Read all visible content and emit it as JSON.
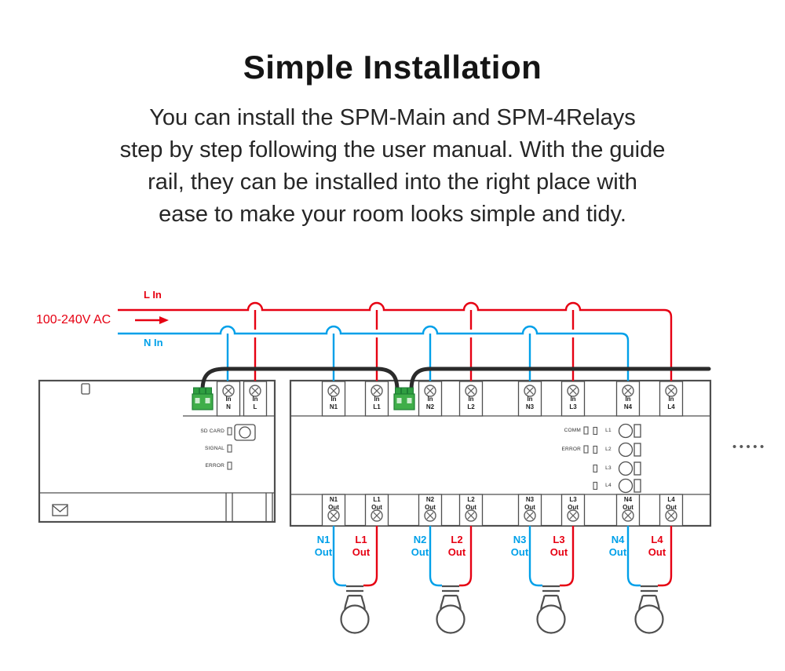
{
  "header": {
    "title": "Simple Installation",
    "description_lines": [
      "You can install the SPM-Main and SPM-4Relays",
      "step by step following the user manual. With the guide",
      "rail, they can be installed into the right place with",
      "ease to make your room looks simple and tidy."
    ]
  },
  "diagram": {
    "colors": {
      "live": "#e60012",
      "neutral": "#00a0e9",
      "cable": "#2b2b2b",
      "device": "#4f4f4f",
      "green_body": "#3fae49",
      "green_dark": "#1e7e34"
    },
    "supply": {
      "live_label": "L In",
      "neutral_label": "N In",
      "voltage_label": "100-240V AC"
    },
    "main_unit": {
      "terminals_top": [
        {
          "line1": "In",
          "line2": "N"
        },
        {
          "line1": "In",
          "line2": "L"
        }
      ],
      "status_labels": [
        "SD CARD",
        "SIGNAL",
        "ERROR"
      ]
    },
    "relay_unit": {
      "terminals_top": [
        {
          "line1": "In",
          "line2": "N1"
        },
        {
          "line1": "In",
          "line2": "L1"
        },
        {
          "line1": "In",
          "line2": "N2"
        },
        {
          "line1": "In",
          "line2": "L2"
        },
        {
          "line1": "In",
          "line2": "N3"
        },
        {
          "line1": "In",
          "line2": "L3"
        },
        {
          "line1": "In",
          "line2": "N4"
        },
        {
          "line1": "In",
          "line2": "L4"
        }
      ],
      "terminals_bottom": [
        {
          "line1": "N1",
          "line2": "Out"
        },
        {
          "line1": "L1",
          "line2": "Out"
        },
        {
          "line1": "N2",
          "line2": "Out"
        },
        {
          "line1": "L2",
          "line2": "Out"
        },
        {
          "line1": "N3",
          "line2": "Out"
        },
        {
          "line1": "L3",
          "line2": "Out"
        },
        {
          "line1": "N4",
          "line2": "Out"
        },
        {
          "line1": "L4",
          "line2": "Out"
        }
      ],
      "status_labels": [
        "COMM",
        "ERROR"
      ],
      "channel_labels": [
        "L1",
        "L2",
        "L3",
        "L4"
      ]
    },
    "more_units_dots": "•••••"
  }
}
